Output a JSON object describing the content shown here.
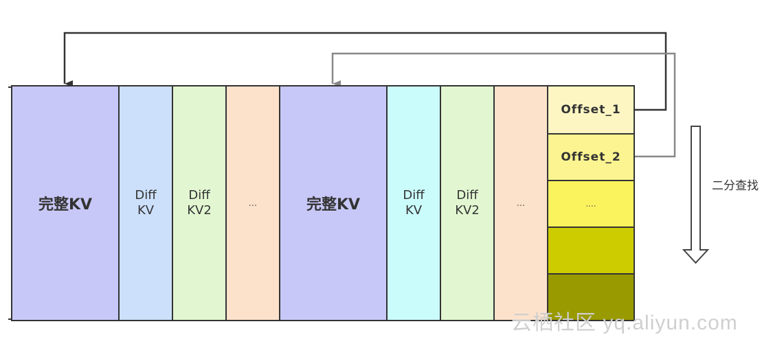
{
  "diagram": {
    "segments": [
      {
        "kind": "full",
        "label": "完整KV",
        "color": "#c8c8f8"
      },
      {
        "kind": "diff",
        "line1": "Diff",
        "line2": "KV",
        "color": "#cce0fb"
      },
      {
        "kind": "diff",
        "line1": "Diff",
        "line2": "KV2",
        "color": "#e2f7d1"
      },
      {
        "kind": "more",
        "label": "...",
        "color": "#fde2cb"
      },
      {
        "kind": "full",
        "label": "完整KV",
        "color": "#c8c8f8"
      },
      {
        "kind": "diff",
        "line1": "Diff",
        "line2": "KV",
        "color": "#cbfcfc"
      },
      {
        "kind": "diff",
        "line1": "Diff",
        "line2": "KV2",
        "color": "#e2f7d1"
      },
      {
        "kind": "more",
        "label": "...",
        "color": "#fde2cb"
      }
    ],
    "offsets": [
      {
        "label": "Offset_1",
        "color": "#fdf6c3"
      },
      {
        "label": "Offset_2",
        "color": "#fcf490"
      },
      {
        "label": "....",
        "color": "#fbf35d"
      },
      {
        "label": "",
        "color": "#cccc00"
      },
      {
        "label": "",
        "color": "#999900"
      }
    ],
    "search_label": "二分查找",
    "arrow_colors": {
      "offset_1": "#333333",
      "offset_2": "#888888"
    }
  },
  "watermark": "云栖社区 yq.aliyun.com"
}
